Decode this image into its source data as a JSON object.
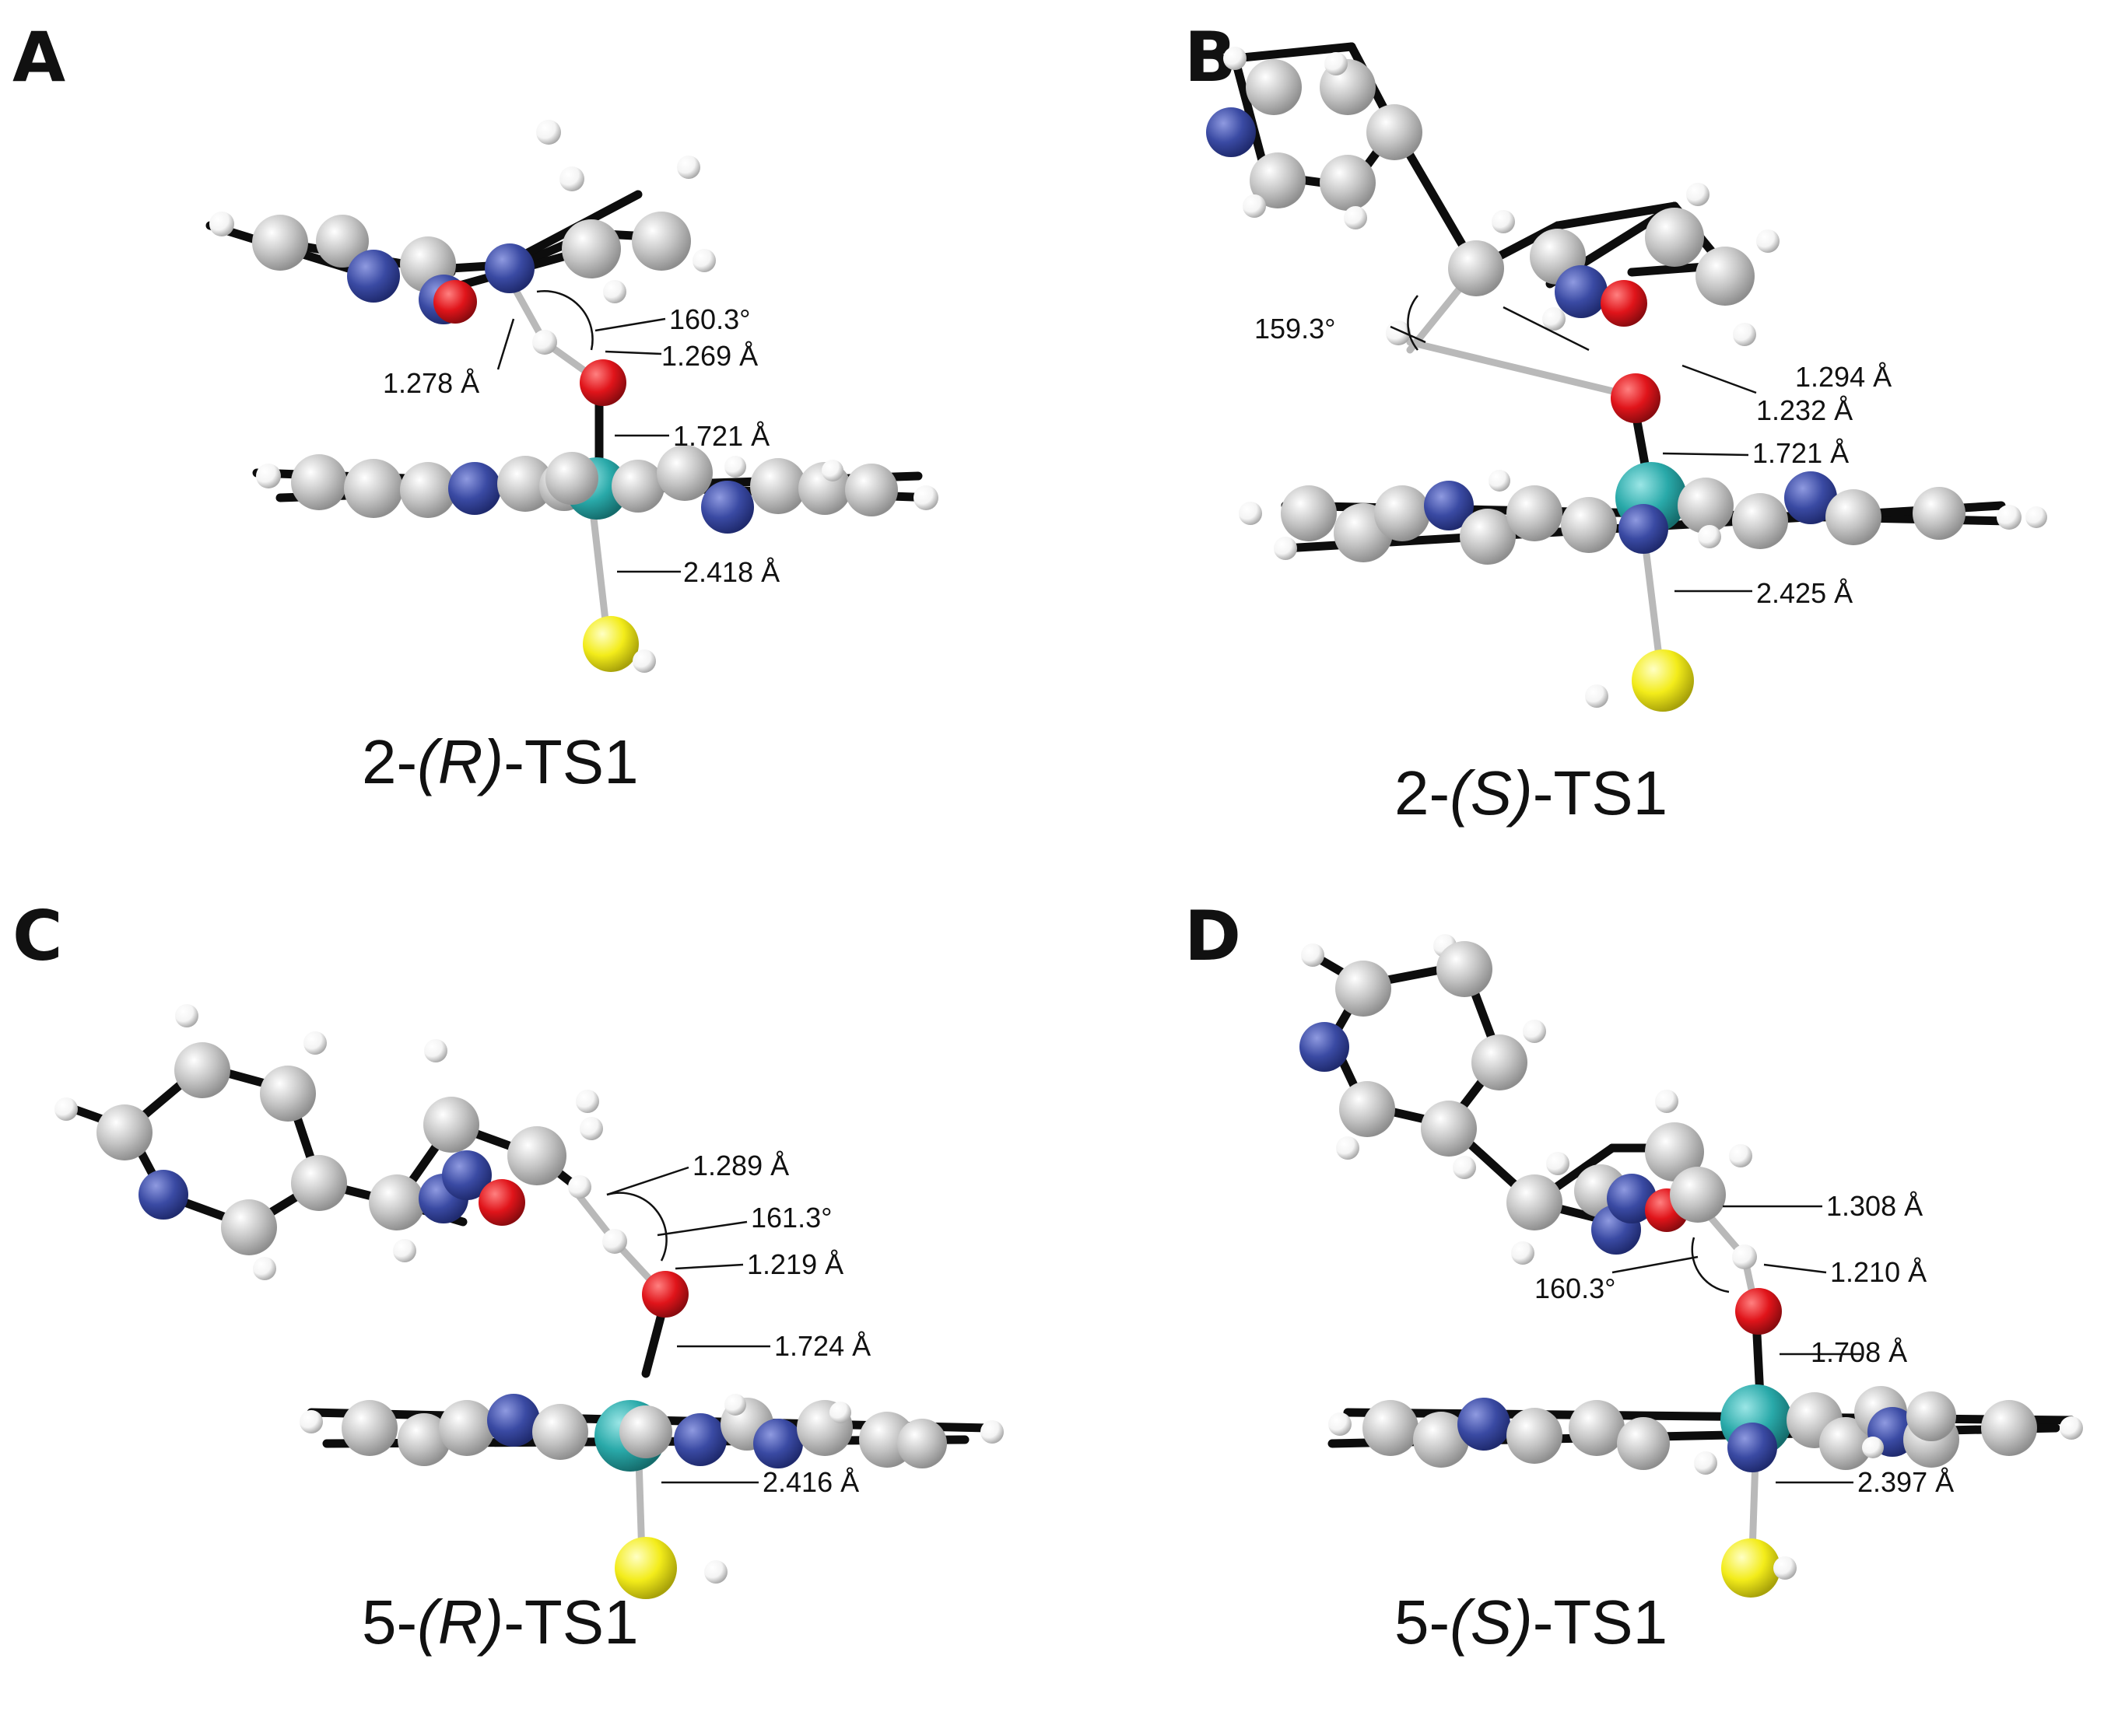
{
  "colors": {
    "carbon": "#c4c4c4",
    "nitrogen": "#3a4aa3",
    "oxygen": "#e0141a",
    "iron": "#29a9a9",
    "sulfur": "#f3ec1a",
    "hydrogen": "#f4f4f4",
    "bond": "#0d0d0d",
    "partial_bond": "#b9b9b9"
  },
  "panels": [
    {
      "letter": "A",
      "caption": {
        "prefix": "2-",
        "italic": "(R)",
        "suffix": "-TS1"
      },
      "measurements": {
        "angle": "160.3°",
        "d1": "1.278 Å",
        "d2": "1.269 Å",
        "fe_o": "1.721 Å",
        "fe_s": "2.418 Å"
      }
    },
    {
      "letter": "B",
      "caption": {
        "prefix": "2-",
        "italic": "(S)",
        "suffix": "-TS1"
      },
      "measurements": {
        "angle": "159.3°",
        "d1": "1.294 Å",
        "d2": "1.232 Å",
        "fe_o": "1.721 Å",
        "fe_s": "2.425 Å"
      }
    },
    {
      "letter": "C",
      "caption": {
        "prefix": "5-",
        "italic": "(R)",
        "suffix": "-TS1"
      },
      "measurements": {
        "angle": "161.3°",
        "d1": "1.289 Å",
        "d2": "1.219 Å",
        "fe_o": "1.724 Å",
        "fe_s": "2.416 Å"
      }
    },
    {
      "letter": "D",
      "caption": {
        "prefix": "5-",
        "italic": "(S)",
        "suffix": "-TS1"
      },
      "measurements": {
        "angle": "160.3°",
        "d1": "1.308 Å",
        "d2": "1.210 Å",
        "fe_o": "1.708 Å",
        "fe_s": "2.397 Å"
      }
    }
  ]
}
